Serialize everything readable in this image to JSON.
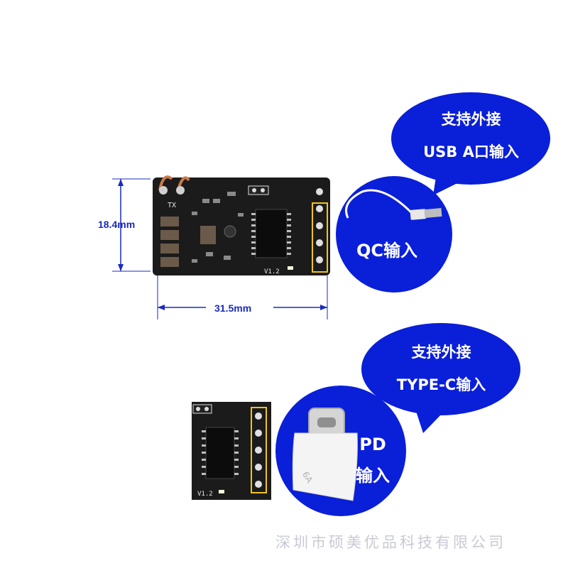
{
  "dimensions": {
    "height_label": "18.4mm",
    "width_label": "31.5mm"
  },
  "bubble_top": {
    "line1": "支持外接",
    "line2": "USB A口输入"
  },
  "circle_top": {
    "label": "QC输入"
  },
  "bubble_bottom": {
    "line1": "支持外接",
    "line2": "TYPE-C输入"
  },
  "circle_bottom": {
    "line1": "PD",
    "line2": "输入"
  },
  "board": {
    "tx_label": "TX",
    "version_label": "V1.2",
    "connector_marking": "6A"
  },
  "watermark": "深圳市硕美优品科技有限公司",
  "colors": {
    "accent_blue": "#1a2bbd",
    "bubble_blue": "#0a1fd8",
    "pcb_black": "#1a1a1a",
    "highlight_yellow": "#f0c419"
  }
}
